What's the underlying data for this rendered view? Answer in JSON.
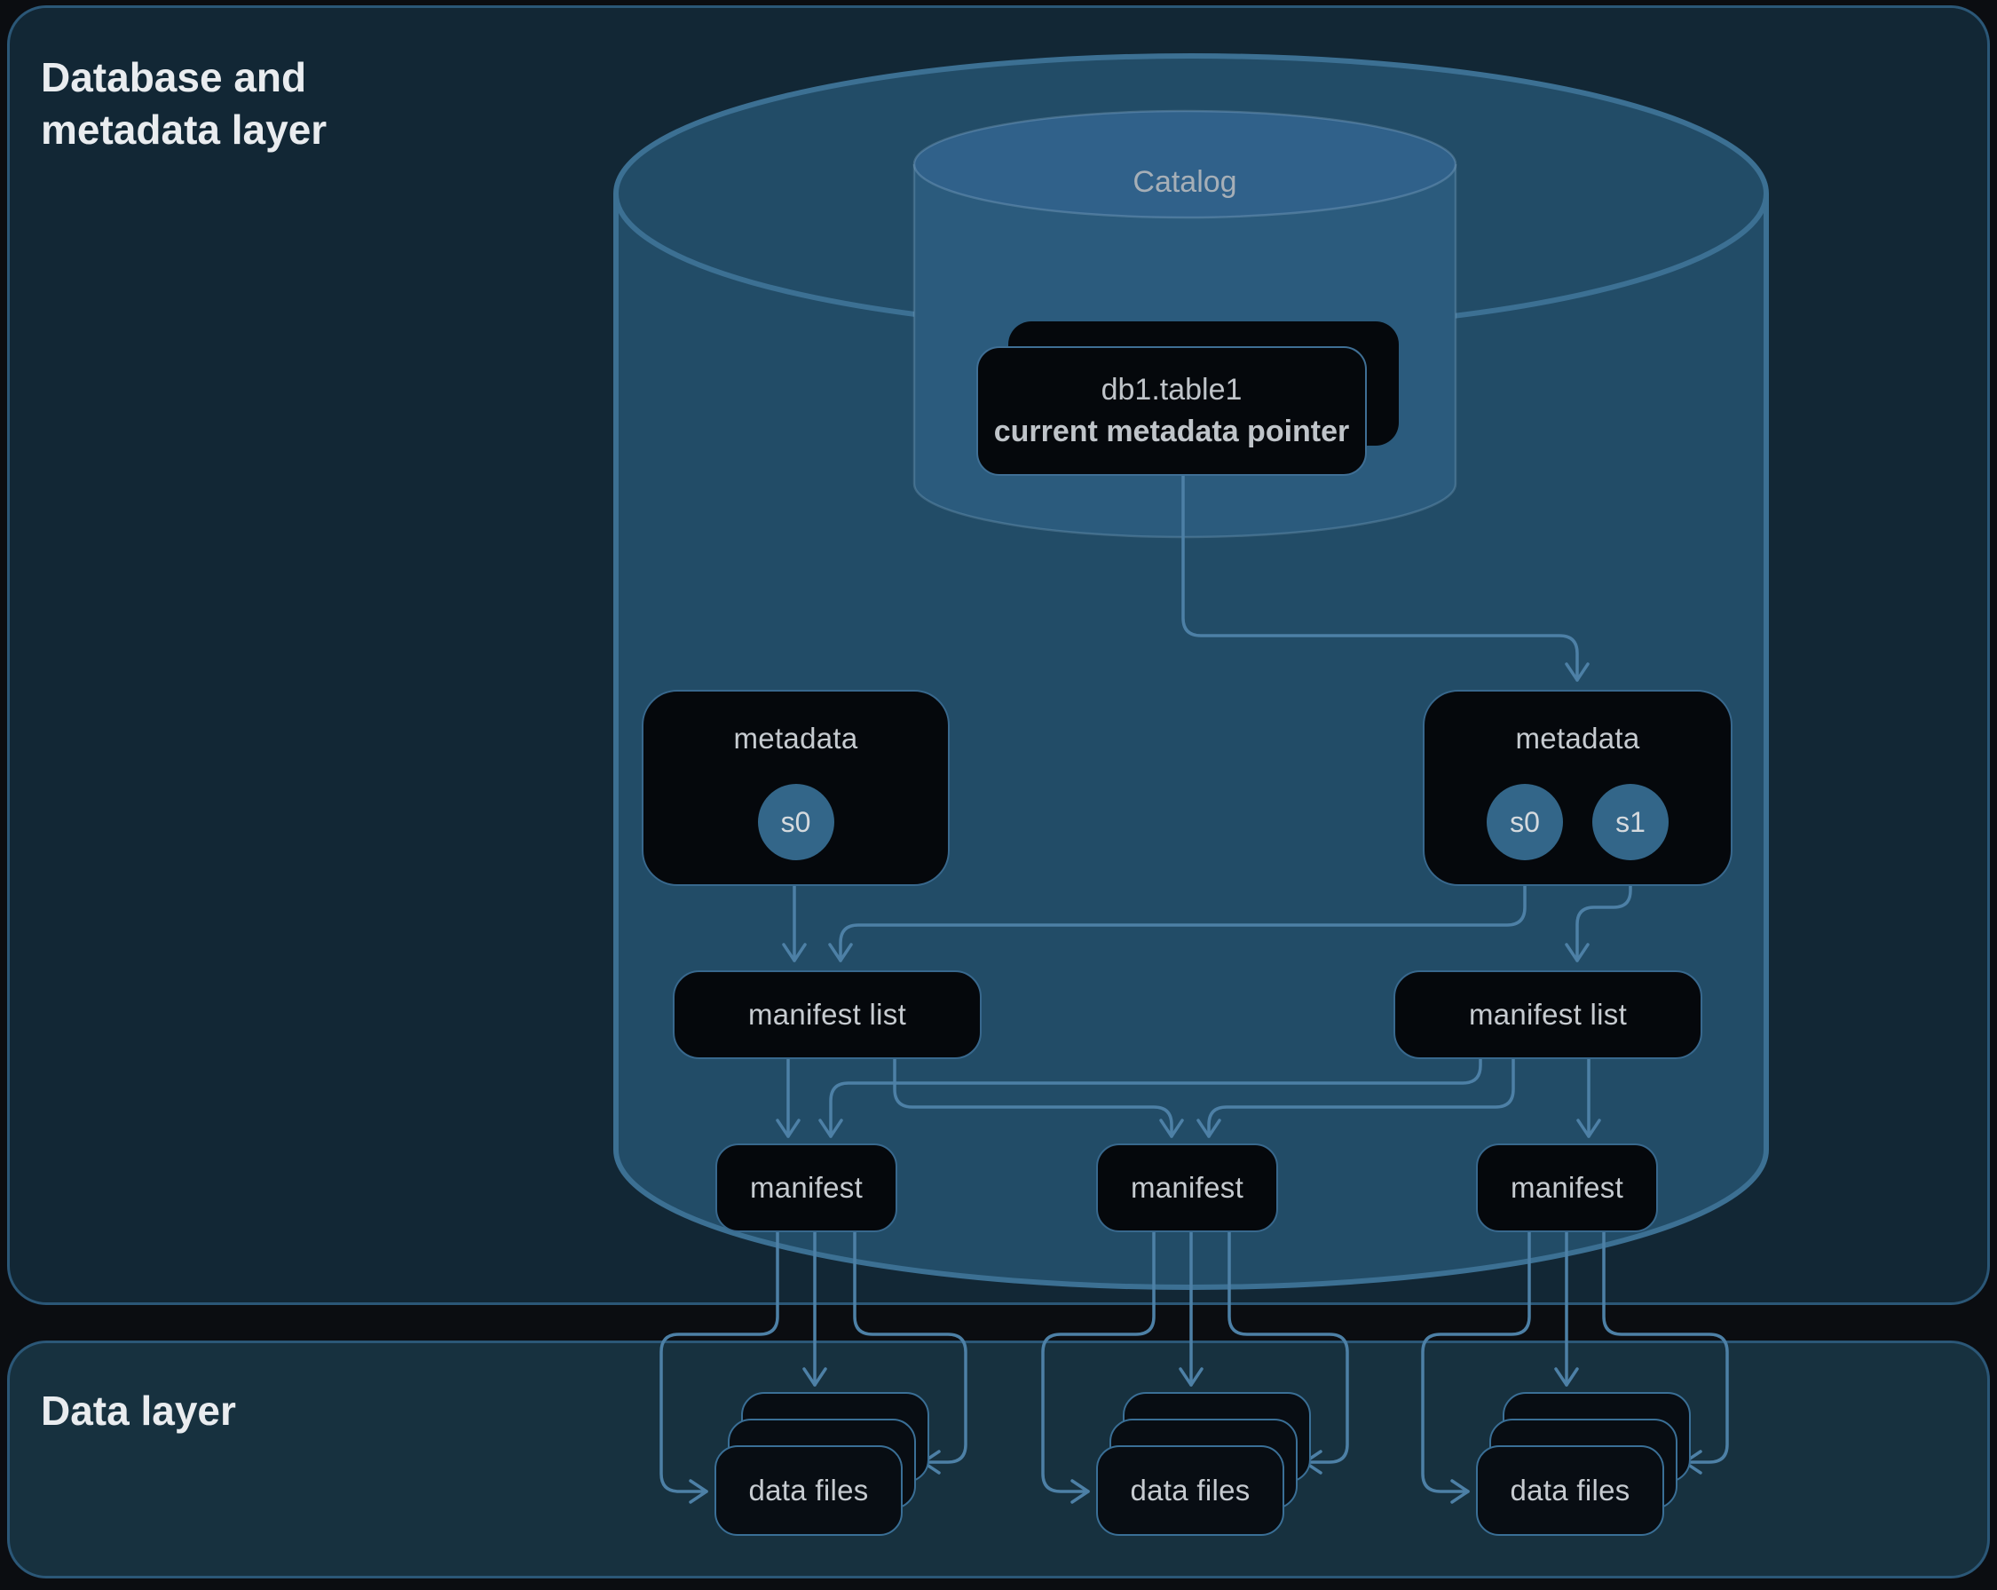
{
  "titles": {
    "top_panel": "Database and metadata layer",
    "bottom_panel": "Data layer"
  },
  "catalog": {
    "label": "Catalog"
  },
  "pointer_card": {
    "line1": "db1.table1",
    "line2": "current metadata pointer"
  },
  "metadata_left": {
    "label": "metadata",
    "snapshots": [
      {
        "label": "s0"
      }
    ]
  },
  "metadata_right": {
    "label": "metadata",
    "snapshots": [
      {
        "label": "s0"
      },
      {
        "label": "s1"
      }
    ]
  },
  "manifest_lists": [
    {
      "label": "manifest list"
    },
    {
      "label": "manifest list"
    }
  ],
  "manifests": [
    {
      "label": "manifest"
    },
    {
      "label": "manifest"
    },
    {
      "label": "manifest"
    }
  ],
  "data_file_stacks": [
    {
      "label": "data files"
    },
    {
      "label": "data files"
    },
    {
      "label": "data files"
    }
  ],
  "colors": {
    "background": "#0b0d11",
    "metadata_panel_fill": "#122735",
    "data_panel_fill": "#17313f",
    "panel_border": "#2b5777",
    "cylinder_fill": "#224c67",
    "cylinder_stroke": "#3c7093",
    "catalog_cylinder_fill": "#2b5b7d",
    "node_fill": "#05080c",
    "node_border": "#38688d",
    "connector": "#4d80a6",
    "snapshot_circle_fill": "#336689",
    "title_text": "#e9ecef",
    "label_text": "#c6cbd0",
    "catalog_text": "#a6afb7"
  }
}
